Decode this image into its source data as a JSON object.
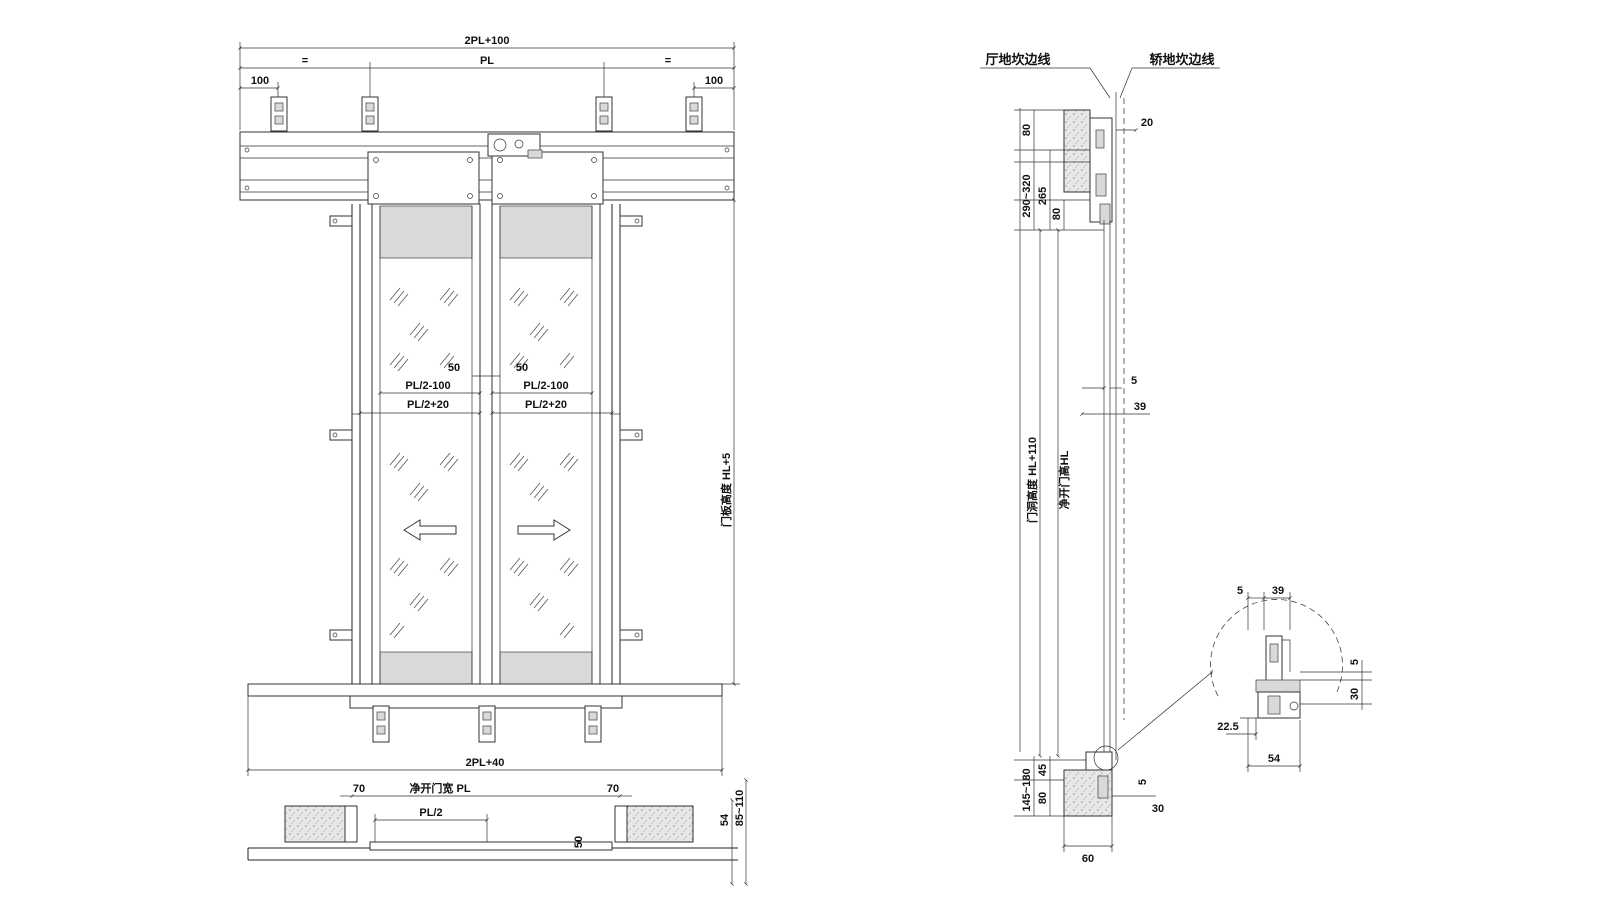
{
  "front_view": {
    "dims": {
      "overall_top": "2PL+100",
      "equal_left": "=",
      "pl_top": "PL",
      "equal_right": "=",
      "edge_left": "100",
      "edge_right": "100",
      "gap_left": "50",
      "gap_right": "50",
      "panel_w1_left": "PL/2-100",
      "panel_w1_right": "PL/2-100",
      "panel_w2_left": "PL/2+20",
      "panel_w2_right": "PL/2+20",
      "panel_height": "门板高度 HL+5",
      "sill_width": "2PL+40"
    }
  },
  "plan_view": {
    "dims": {
      "clear_width": "净开门宽 PL",
      "offset_left": "70",
      "offset_right": "70",
      "half_pl": "PL/2",
      "gap_50": "50",
      "depth_54": "54",
      "range": "85~110"
    }
  },
  "side_view": {
    "labels": {
      "landing_sill_line": "厅地坎边线",
      "car_sill_line": "轿地坎边线"
    },
    "dims": {
      "d20": "20",
      "d80_top": "80",
      "d290_320": "290~320",
      "d265": "265",
      "d80_mid": "80",
      "d5_a": "5",
      "d39": "39",
      "opening_height": "门洞高度 HL+110",
      "clear_height": "净开门高HL",
      "d145_180": "145~180",
      "d45": "45",
      "d80_bot": "80",
      "d5_b": "5",
      "d30": "30",
      "d60": "60"
    }
  },
  "detail_view": {
    "dims": {
      "d5": "5",
      "d39": "39",
      "d5_side": "5",
      "d30_side": "30",
      "d22_5": "22.5",
      "d54": "54"
    }
  }
}
